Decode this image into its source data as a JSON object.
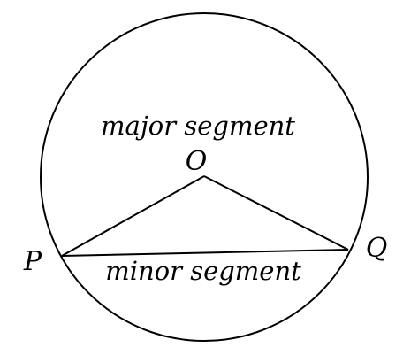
{
  "labels": {
    "center": "O",
    "point_left": "P",
    "point_right": "Q",
    "major": "major segment",
    "minor": "minor segment"
  },
  "colors": {
    "stroke": "#000000",
    "background": "#ffffff"
  }
}
